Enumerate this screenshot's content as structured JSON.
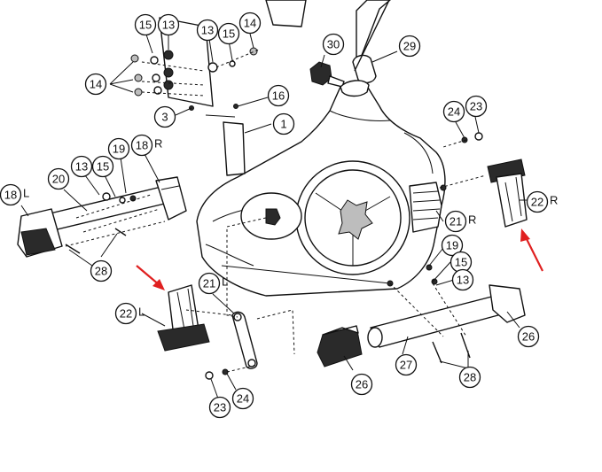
{
  "diagram": {
    "accent_color": "#e02020",
    "callouts": [
      {
        "id": "c15a",
        "number": "15",
        "suffix": ""
      },
      {
        "id": "c13a",
        "number": "13",
        "suffix": ""
      },
      {
        "id": "c13b",
        "number": "13",
        "suffix": ""
      },
      {
        "id": "c15b",
        "number": "15",
        "suffix": ""
      },
      {
        "id": "c14a",
        "number": "14",
        "suffix": ""
      },
      {
        "id": "c14b",
        "number": "14",
        "suffix": ""
      },
      {
        "id": "c3",
        "number": "3",
        "suffix": ""
      },
      {
        "id": "c16",
        "number": "16",
        "suffix": ""
      },
      {
        "id": "c1",
        "number": "1",
        "suffix": ""
      },
      {
        "id": "c30",
        "number": "30",
        "suffix": ""
      },
      {
        "id": "c29",
        "number": "29",
        "suffix": ""
      },
      {
        "id": "c24a",
        "number": "24",
        "suffix": ""
      },
      {
        "id": "c23a",
        "number": "23",
        "suffix": ""
      },
      {
        "id": "c19a",
        "number": "19",
        "suffix": ""
      },
      {
        "id": "c18r",
        "number": "18",
        "suffix": "R"
      },
      {
        "id": "c20",
        "number": "20",
        "suffix": ""
      },
      {
        "id": "c13c",
        "number": "13",
        "suffix": ""
      },
      {
        "id": "c15c",
        "number": "15",
        "suffix": ""
      },
      {
        "id": "c18l",
        "number": "18",
        "suffix": "L"
      },
      {
        "id": "c28a",
        "number": "28",
        "suffix": ""
      },
      {
        "id": "c22r",
        "number": "22",
        "suffix": "R"
      },
      {
        "id": "c21r",
        "number": "21",
        "suffix": "R"
      },
      {
        "id": "c19b",
        "number": "19",
        "suffix": ""
      },
      {
        "id": "c15d",
        "number": "15",
        "suffix": ""
      },
      {
        "id": "c13d",
        "number": "13",
        "suffix": ""
      },
      {
        "id": "c21l",
        "number": "21",
        "suffix": "L"
      },
      {
        "id": "c22l",
        "number": "22",
        "suffix": "L"
      },
      {
        "id": "c26a",
        "number": "26",
        "suffix": ""
      },
      {
        "id": "c27",
        "number": "27",
        "suffix": ""
      },
      {
        "id": "c26b",
        "number": "26",
        "suffix": ""
      },
      {
        "id": "c28b",
        "number": "28",
        "suffix": ""
      },
      {
        "id": "c24b",
        "number": "24",
        "suffix": ""
      },
      {
        "id": "c23b",
        "number": "23",
        "suffix": ""
      }
    ]
  }
}
